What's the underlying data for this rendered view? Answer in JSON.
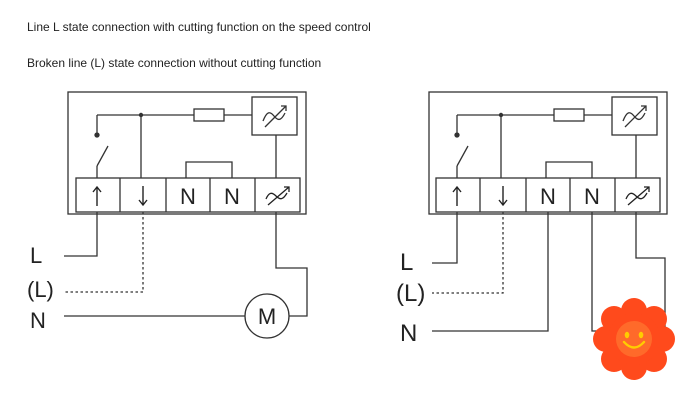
{
  "captions": {
    "with_cutting": "Line L state connection with cutting function on the speed control",
    "without_cutting": "Broken line (L) state connection without cutting function"
  },
  "diagram_left": {
    "terminals": [
      "↑",
      "↓",
      "N",
      "N",
      "≁"
    ],
    "wires": {
      "line": "L",
      "broken_line": "(L)",
      "neutral": "N"
    },
    "load_label": "M"
  },
  "diagram_right": {
    "terminals": [
      "↑",
      "↓",
      "N",
      "N",
      "≁"
    ],
    "wires": {
      "line": "L",
      "broken_line": "(L)",
      "neutral": "N"
    },
    "load_icon": "smiley-flower-icon"
  },
  "colors": {
    "line": "#333333",
    "flower": "#ff4a1c",
    "flower_center": "#ff6a2a",
    "face": "#ffcc00"
  }
}
